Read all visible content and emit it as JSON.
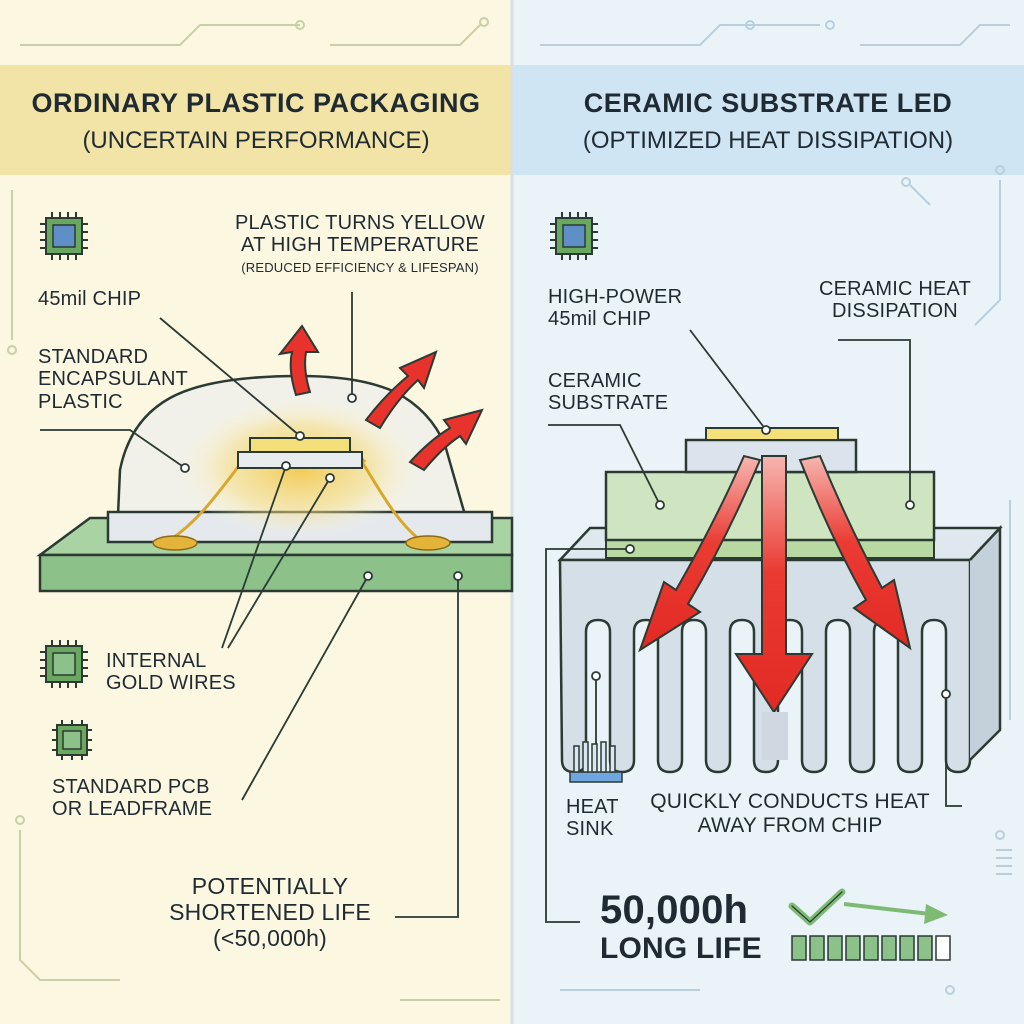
{
  "left": {
    "title": "ORDINARY PLASTIC PACKAGING",
    "subtitle": "(UNCERTAIN PERFORMANCE)",
    "callout_yellow": {
      "line1": "PLASTIC TURNS YELLOW",
      "line2": "AT HIGH TEMPERATURE",
      "line3": "(REDUCED EFFICIENCY & LIFESPAN)"
    },
    "chip_label": "45mil CHIP",
    "encapsulant": {
      "line1": "STANDARD",
      "line2": "ENCAPSULANT",
      "line3": "PLASTIC"
    },
    "gold_wires": {
      "line1": "INTERNAL",
      "line2": "GOLD WIRES"
    },
    "pcb": {
      "line1": "STANDARD PCB",
      "line2": "OR LEADFRAME"
    },
    "life": {
      "line1": "POTENTIALLY",
      "line2": "SHORTENED LIFE",
      "line3": "(<50,000h)"
    }
  },
  "right": {
    "title": "CERAMIC SUBSTRATE LED",
    "subtitle": "(OPTIMIZED HEAT DISSIPATION)",
    "chip_label": {
      "line1": "HIGH-POWER",
      "line2": "45mil CHIP"
    },
    "ceramic_heat": {
      "line1": "CERAMIC HEAT",
      "line2": "DISSIPATION"
    },
    "ceramic_substrate": {
      "line1": "CERAMIC",
      "line2": "SUBSTRATE"
    },
    "heat_sink": {
      "line1": "HEAT",
      "line2": "SINK"
    },
    "conducts": {
      "line1": "QUICKLY CONDUCTS HEAT",
      "line2": "AWAY FROM CHIP"
    },
    "life": {
      "hours": "50,000h",
      "label": "LONG LIFE"
    }
  },
  "colors": {
    "left_bg": "#fbf7e0",
    "right_bg": "#eaf3f8",
    "left_header": "#f1e4a6",
    "right_header": "#cfe5f3",
    "pcb_green": "#8cc28a",
    "ceramic_green": "#cfe4c0",
    "heat_red": "#e8322c",
    "gold": "#e3b33a"
  },
  "icons": [
    "chip-icon",
    "heat-arrow-icon",
    "heat-sink-icon",
    "checkmark-icon",
    "battery-icon"
  ]
}
